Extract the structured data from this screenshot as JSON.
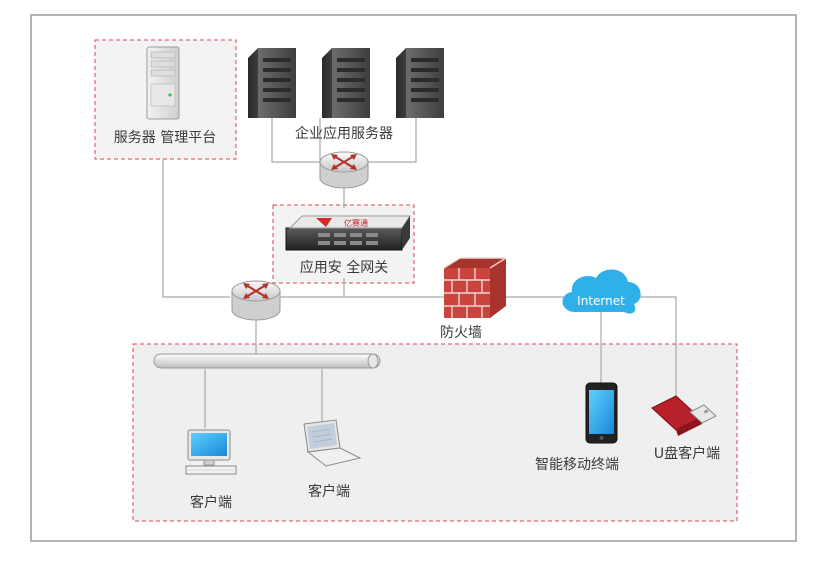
{
  "labels": {
    "mgmt_platform": "服务器 管理平台",
    "enterprise_servers": "企业应用服务器",
    "gateway": "应用安 全网关",
    "firewall": "防火墙",
    "internet": "Internet",
    "mobile_terminal": "智能移动终端",
    "usb_client": "U盘客户端",
    "desktop_client": "客户端",
    "laptop_client": "客户端",
    "gateway_brand": "亿赛通"
  },
  "icons": [
    "server-tower-icon",
    "server-rack-icon",
    "router-icon",
    "gateway-appliance-icon",
    "firewall-brick-icon",
    "cloud-icon",
    "smartphone-icon",
    "usb-key-icon",
    "desktop-computer-icon",
    "laptop-icon"
  ],
  "colors": {
    "frame": "#9a9a9a",
    "line": "#a9a9a9",
    "dashed_box": "#d9454f",
    "client_bg": "#efefef",
    "cloud": "#2fb0e8",
    "brick": "#c9443c",
    "label": "#3a3a3a"
  }
}
